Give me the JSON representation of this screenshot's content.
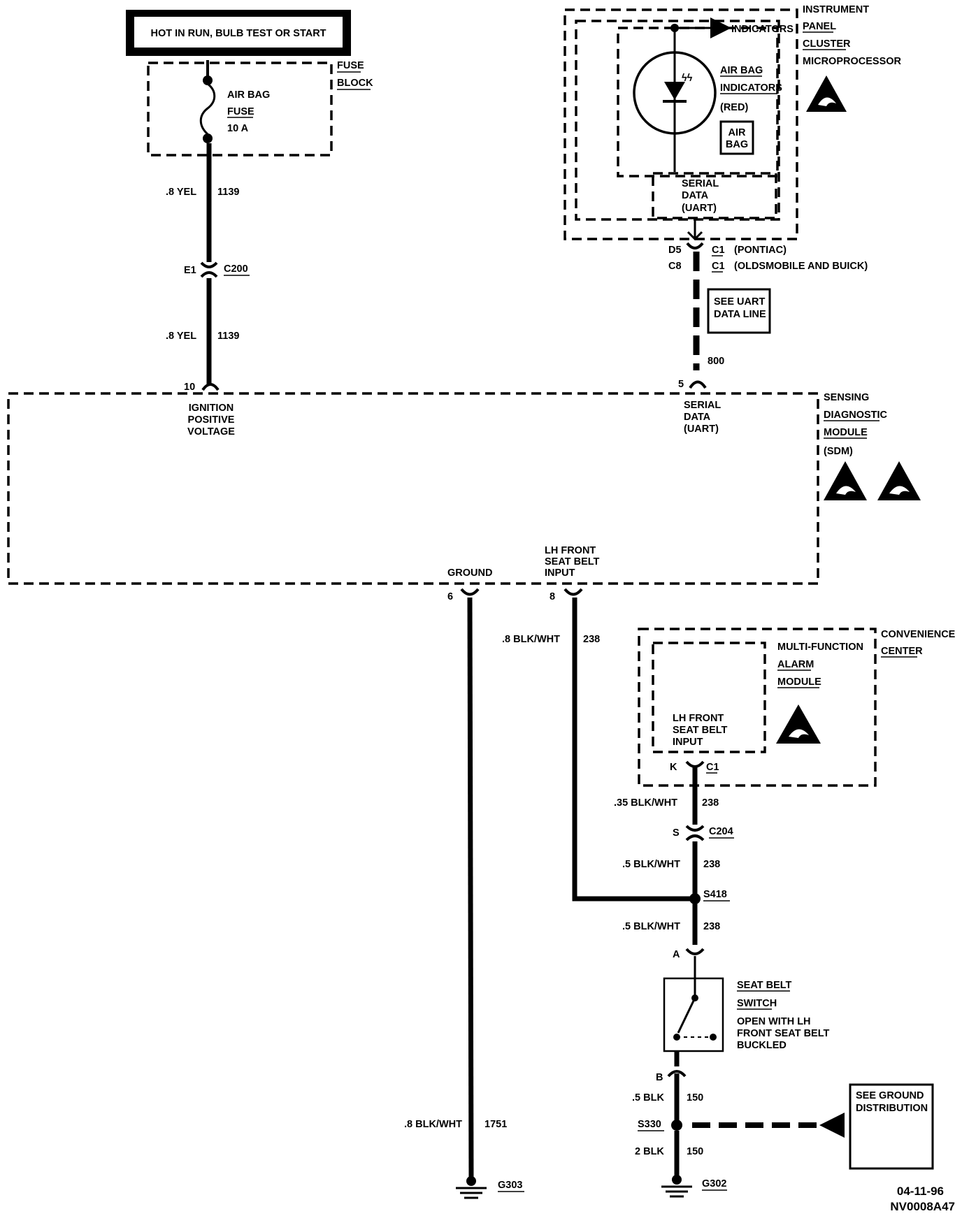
{
  "power_header": "HOT IN RUN, BULB TEST OR START",
  "fuse_block": {
    "label_1": "FUSE",
    "label_2": "BLOCK",
    "fuse_name_1": "AIR BAG",
    "fuse_name_2": "FUSE",
    "fuse_rating": "10 A"
  },
  "wires": {
    "w1139_a_gauge": ".8 YEL",
    "w1139_a_circuit": "1139",
    "w1139_b_gauge": ".8 YEL",
    "w1139_b_circuit": "1139",
    "w238_a_gauge": ".8 BLK/WHT",
    "w238_a_circuit": "238",
    "w238_b_gauge": ".35 BLK/WHT",
    "w238_b_circuit": "238",
    "w238_c_gauge": ".5 BLK/WHT",
    "w238_c_circuit": "238",
    "w238_d_gauge": ".5 BLK/WHT",
    "w238_d_circuit": "238",
    "w1751_gauge": ".8 BLK/WHT",
    "w1751_circuit": "1751",
    "w150_a_gauge": ".5 BLK",
    "w150_a_circuit": "150",
    "w150_b_gauge": "2 BLK",
    "w150_b_circuit": "150",
    "w800_circuit": "800"
  },
  "connectors": {
    "c200_pin": "E1",
    "c200_name": "C200",
    "ipc_pin_pontiac": "D5",
    "ipc_conn_pontiac": "C1",
    "ipc_note_pontiac": "(PONTIAC)",
    "ipc_pin_olds": "C8",
    "ipc_conn_olds": "C1",
    "ipc_note_olds": "(OLDSMOBILE AND BUICK)",
    "sdm_pin_ign": "10",
    "sdm_pin_serial": "5",
    "sdm_pin_ground": "6",
    "sdm_pin_seatbelt": "8",
    "cc_pin": "K",
    "cc_conn": "C1",
    "c204_pin": "S",
    "c204_name": "C204",
    "switch_pin_a": "A",
    "switch_pin_b": "B"
  },
  "ipc": {
    "label_1": "INSTRUMENT",
    "label_2": "PANEL",
    "label_3": "CLUSTER",
    "label_4": "MICROPROCESSOR",
    "indicators": "INDICATORS",
    "lamp_1": "AIR BAG",
    "lamp_2": "INDICATORS",
    "lamp_3": "(RED)",
    "badge_1": "AIR",
    "badge_2": "BAG",
    "serial_1": "SERIAL",
    "serial_2": "DATA",
    "serial_3": "(UART)"
  },
  "uart_box": {
    "line_1": "SEE UART",
    "line_2": "DATA LINE"
  },
  "sdm": {
    "label_1": "SENSING",
    "label_2": "DIAGNOSTIC",
    "label_3": "MODULE",
    "label_4": "(SDM)",
    "ign_1": "IGNITION",
    "ign_2": "POSITIVE",
    "ign_3": "VOLTAGE",
    "serial_1": "SERIAL",
    "serial_2": "DATA",
    "serial_3": "(UART)",
    "ground": "GROUND",
    "seatbelt_1": "LH FRONT",
    "seatbelt_2": "SEAT BELT",
    "seatbelt_3": "INPUT"
  },
  "conv_center": {
    "label_1": "CONVENIENCE",
    "label_2": "CENTER",
    "mod_1": "MULTI-FUNCTION",
    "mod_2": "ALARM",
    "mod_3": "MODULE",
    "input_1": "LH FRONT",
    "input_2": "SEAT BELT",
    "input_3": "INPUT"
  },
  "splices": {
    "s418": "S418",
    "s330": "S330"
  },
  "seat_belt_switch": {
    "label_1": "SEAT BELT",
    "label_2": "SWITCH",
    "desc_1": "OPEN WITH LH",
    "desc_2": "FRONT SEAT BELT",
    "desc_3": "BUCKLED"
  },
  "ground_box": {
    "line_1": "SEE GROUND",
    "line_2": "DISTRIBUTION"
  },
  "grounds": {
    "g303": "G303",
    "g302": "G302"
  },
  "footer": {
    "date": "04-11-96",
    "code": "NV0008A47"
  },
  "icons": [
    "esd-warning-icon",
    "light-emitting-diode-icon",
    "ground-icon",
    "fuse-icon",
    "switch-icon"
  ]
}
